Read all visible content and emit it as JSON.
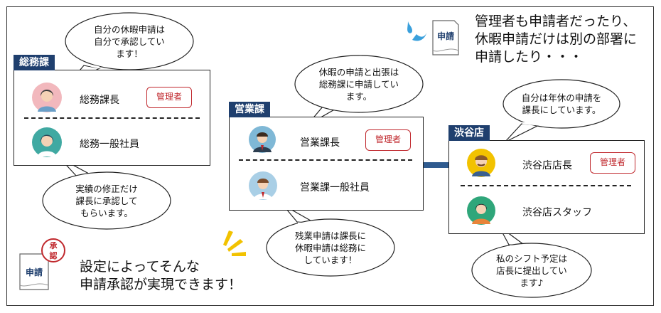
{
  "header_message": {
    "line1": "管理者も申請者だったり、",
    "line2": "休暇申請だけは別の部署に",
    "line3": "申請したり・・・"
  },
  "doc_label": "申請",
  "approve_stamp": {
    "line1": "承",
    "line2": "認"
  },
  "footer_message": {
    "line1": "設定によってそんな",
    "line2": "申請承認が実現できます！"
  },
  "departments": {
    "soumu": {
      "name": "総務課",
      "manager": "総務課長",
      "staff": "総務一般社員",
      "badge": "管理者"
    },
    "eigyo": {
      "name": "営業課",
      "manager": "営業課長",
      "staff": "営業課一般社員",
      "badge": "管理者"
    },
    "shibuya": {
      "name": "渋谷店",
      "manager": "渋谷店店長",
      "staff": "渋谷店スタッフ",
      "badge": "管理者"
    }
  },
  "bubbles": {
    "soumu_manager": {
      "l1": "自分の休暇申請は",
      "l2": "自分で承認してい",
      "l3": "ます！"
    },
    "soumu_staff": {
      "l1": "実績の修正だけ",
      "l2": "課長に承認して",
      "l3": "もらいます。"
    },
    "eigyo_manager": {
      "l1": "休暇の申請と出張は",
      "l2": "総務課に申請してい",
      "l3": "ます。"
    },
    "eigyo_staff": {
      "l1": "残業申請は課長に",
      "l2": "休暇申請は総務に",
      "l3": "しています！"
    },
    "shibuya_manager": {
      "l1": "自分は年休の申請を",
      "l2": "課長にしています。"
    },
    "shibuya_staff": {
      "l1": "私のシフト予定は",
      "l2": "店長に提出してい",
      "l3": "ます♪"
    }
  },
  "colors": {
    "dept_label_bg": "#1f3f6e",
    "badge_red": "#c0282d",
    "connector": "#2f5b8f",
    "accent_yellow": "#f2c200",
    "drop_blue": "#3aa0dc"
  }
}
